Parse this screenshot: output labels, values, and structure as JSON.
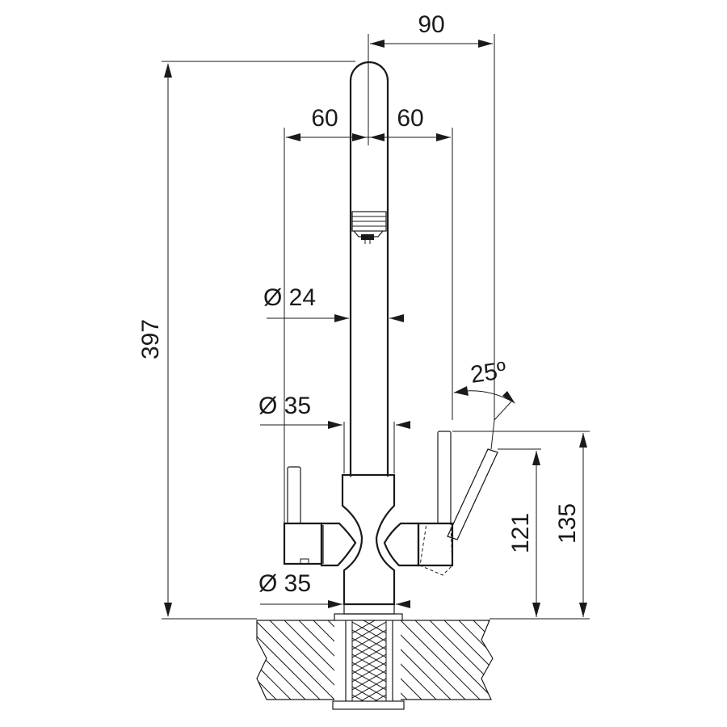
{
  "dimensions": {
    "total_height": "397",
    "spout_reach": "90",
    "left_lever_offset": "60",
    "right_lever_offset": "60",
    "spout_diameter": "Ø 24",
    "body_diameter": "Ø 35",
    "base_diameter": "Ø 35",
    "lever_angle": "25º",
    "lever_height_121": "121",
    "lever_height_135": "135"
  }
}
